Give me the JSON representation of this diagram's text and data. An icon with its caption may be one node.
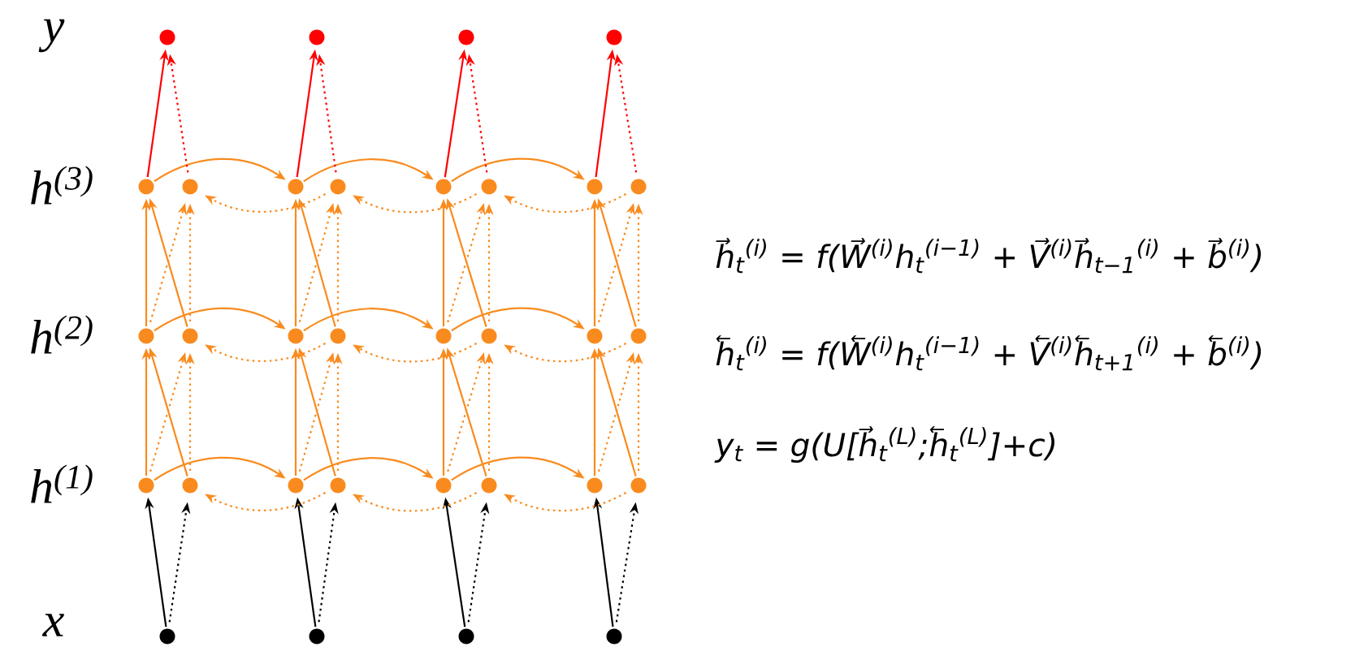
{
  "diagram": {
    "nodes": [
      {
        "text": [],
        "shape": "circle"
      },
      {
        "text": [],
        "shape": "circle"
      },
      {
        "text": [],
        "shape": "circle"
      },
      {
        "text": [],
        "shape": "circle"
      },
      {
        "text": [],
        "shape": "circle"
      },
      {
        "text": [],
        "shape": "circle"
      },
      {
        "text": [],
        "shape": "circle"
      },
      {
        "text": [],
        "shape": "circle"
      },
      {
        "text": [],
        "shape": "circle"
      },
      {
        "text": [],
        "shape": "circle"
      },
      {
        "text": [],
        "shape": "circle"
      },
      {
        "text": [],
        "shape": "circle"
      },
      {
        "text": [],
        "shape": "circle"
      },
      {
        "text": [],
        "shape": "circle"
      },
      {
        "text": [],
        "shape": "circle"
      },
      {
        "text": [],
        "shape": "circle"
      },
      {
        "text": [],
        "shape": "circle"
      },
      {
        "text": [],
        "shape": "circle"
      },
      {
        "text": [],
        "shape": "circle"
      },
      {
        "text": [],
        "shape": "circle"
      },
      {
        "text": [],
        "shape": "circle"
      },
      {
        "text": [],
        "shape": "circle"
      },
      {
        "text": [],
        "shape": "circle"
      },
      {
        "text": [],
        "shape": "circle"
      },
      {
        "text": [],
        "shape": "circle"
      },
      {
        "text": [],
        "shape": "circle"
      },
      {
        "text": [],
        "shape": "circle"
      },
      {
        "text": [],
        "shape": "circle"
      },
      {
        "text": [],
        "shape": "circle"
      },
      {
        "text": [],
        "shape": "circle"
      },
      {
        "text": [],
        "shape": "circle"
      },
      {
        "text": [],
        "shape": "circle"
      }
    ],
    "edges": [
      {
        "from": 28,
        "to": 20,
        "arrow": "to",
        "color": "#000000"
      },
      {
        "from": 28,
        "to": 21,
        "arrow": "to",
        "style": "dashed",
        "color": "#000000"
      },
      {
        "from": 29,
        "to": 22,
        "arrow": "to",
        "color": "#000000"
      },
      {
        "from": 29,
        "to": 23,
        "arrow": "to",
        "style": "dashed",
        "color": "#000000"
      },
      {
        "from": 30,
        "to": 24,
        "arrow": "to",
        "color": "#000000"
      },
      {
        "from": 30,
        "to": 25,
        "arrow": "to",
        "style": "dashed",
        "color": "#000000"
      },
      {
        "from": 31,
        "to": 26,
        "arrow": "to",
        "color": "#000000"
      },
      {
        "from": 31,
        "to": 27,
        "arrow": "to",
        "style": "dashed",
        "color": "#000000"
      },
      {
        "from": 20,
        "to": 22,
        "arrow": "to"
      },
      {
        "from": 22,
        "to": 24,
        "arrow": "to"
      },
      {
        "from": 24,
        "to": 26,
        "arrow": "to"
      },
      {
        "from": 23,
        "to": 21,
        "arrow": "to",
        "style": "dashed"
      },
      {
        "from": 25,
        "to": 23,
        "arrow": "to",
        "style": "dashed"
      },
      {
        "from": 27,
        "to": 25,
        "arrow": "to",
        "style": "dashed"
      },
      {
        "from": 20,
        "to": 12,
        "arrow": "to"
      },
      {
        "from": 21,
        "to": 12,
        "arrow": "to"
      },
      {
        "from": 20,
        "to": 13,
        "arrow": "to",
        "style": "dashed"
      },
      {
        "from": 21,
        "to": 13,
        "arrow": "to",
        "style": "dashed"
      },
      {
        "from": 22,
        "to": 14,
        "arrow": "to"
      },
      {
        "from": 23,
        "to": 14,
        "arrow": "to"
      },
      {
        "from": 22,
        "to": 15,
        "arrow": "to",
        "style": "dashed"
      },
      {
        "from": 23,
        "to": 15,
        "arrow": "to",
        "style": "dashed"
      },
      {
        "from": 24,
        "to": 16,
        "arrow": "to"
      },
      {
        "from": 25,
        "to": 16,
        "arrow": "to"
      },
      {
        "from": 24,
        "to": 17,
        "arrow": "to",
        "style": "dashed"
      },
      {
        "from": 25,
        "to": 17,
        "arrow": "to",
        "style": "dashed"
      },
      {
        "from": 26,
        "to": 18,
        "arrow": "to"
      },
      {
        "from": 27,
        "to": 18,
        "arrow": "to"
      },
      {
        "from": 26,
        "to": 19,
        "arrow": "to",
        "style": "dashed"
      },
      {
        "from": 27,
        "to": 19,
        "arrow": "to",
        "style": "dashed"
      },
      {
        "from": 12,
        "to": 14,
        "arrow": "to"
      },
      {
        "from": 14,
        "to": 16,
        "arrow": "to"
      },
      {
        "from": 16,
        "to": 18,
        "arrow": "to"
      },
      {
        "from": 15,
        "to": 13,
        "arrow": "to",
        "style": "dashed"
      },
      {
        "from": 17,
        "to": 15,
        "arrow": "to",
        "style": "dashed"
      },
      {
        "from": 19,
        "to": 17,
        "arrow": "to",
        "style": "dashed"
      },
      {
        "from": 12,
        "to": 4,
        "arrow": "to"
      },
      {
        "from": 13,
        "to": 4,
        "arrow": "to"
      },
      {
        "from": 12,
        "to": 5,
        "arrow": "to",
        "style": "dashed"
      },
      {
        "from": 13,
        "to": 5,
        "arrow": "to",
        "style": "dashed"
      },
      {
        "from": 14,
        "to": 6,
        "arrow": "to"
      },
      {
        "from": 15,
        "to": 6,
        "arrow": "to"
      },
      {
        "from": 14,
        "to": 7,
        "arrow": "to",
        "style": "dashed"
      },
      {
        "from": 15,
        "to": 7,
        "arrow": "to",
        "style": "dashed"
      },
      {
        "from": 16,
        "to": 8,
        "arrow": "to"
      },
      {
        "from": 17,
        "to": 8,
        "arrow": "to"
      },
      {
        "from": 16,
        "to": 9,
        "arrow": "to",
        "style": "dashed"
      },
      {
        "from": 17,
        "to": 9,
        "arrow": "to",
        "style": "dashed"
      },
      {
        "from": 18,
        "to": 10,
        "arrow": "to"
      },
      {
        "from": 19,
        "to": 10,
        "arrow": "to"
      },
      {
        "from": 18,
        "to": 11,
        "arrow": "to",
        "style": "dashed"
      },
      {
        "from": 19,
        "to": 11,
        "arrow": "to",
        "style": "dashed"
      },
      {
        "from": 4,
        "to": 6,
        "arrow": "to"
      },
      {
        "from": 6,
        "to": 8,
        "arrow": "to"
      },
      {
        "from": 8,
        "to": 10,
        "arrow": "to"
      },
      {
        "from": 7,
        "to": 5,
        "arrow": "to",
        "style": "dashed"
      },
      {
        "from": 9,
        "to": 7,
        "arrow": "to",
        "style": "dashed"
      },
      {
        "from": 11,
        "to": 9,
        "arrow": "to",
        "style": "dashed"
      },
      {
        "from": 4,
        "to": 0,
        "arrow": "to",
        "color": "#ff0000"
      },
      {
        "from": 5,
        "to": 0,
        "arrow": "to",
        "style": "dashed",
        "color": "#ff0000"
      },
      {
        "from": 6,
        "to": 1,
        "arrow": "to",
        "color": "#ff0000"
      },
      {
        "from": 7,
        "to": 1,
        "arrow": "to",
        "style": "dashed",
        "color": "#ff0000"
      },
      {
        "from": 8,
        "to": 2,
        "arrow": "to",
        "color": "#ff0000"
      },
      {
        "from": 9,
        "to": 2,
        "arrow": "to",
        "style": "dashed",
        "color": "#ff0000"
      },
      {
        "from": 10,
        "to": 3,
        "arrow": "to",
        "color": "#ff0000"
      },
      {
        "from": 11,
        "to": 3,
        "arrow": "to",
        "style": "dashed",
        "color": "#ff0000"
      }
    ],
    "labels": [
      "y",
      "h$^{(3)}$",
      "h$^{(2)}$",
      "h$^{(1)}$",
      "x",
      "h⃗$_{t}$$^{(i)}$ = f(W⃗$^{(i)}$h$_{t}$$^{(i−1)}$ + V⃗$^{(i)}$h⃗$_{t−1}$$^{(i)}$ + b⃗$^{(i)}$)",
      "h⃖$_{t}$$^{(i)}$ = f(W⃖$^{(i)}$h$_{t}$$^{(i−1)}$ + V⃖$^{(i)}$h⃖$_{t+1}$$^{(i)}$ + b⃖$^{(i)}$)",
      "y$_{t}$ = g(U[h⃗$_{t}$$^{(L)}$;h⃖$_{t}$$^{(L)}$]+c)"
    ]
  }
}
